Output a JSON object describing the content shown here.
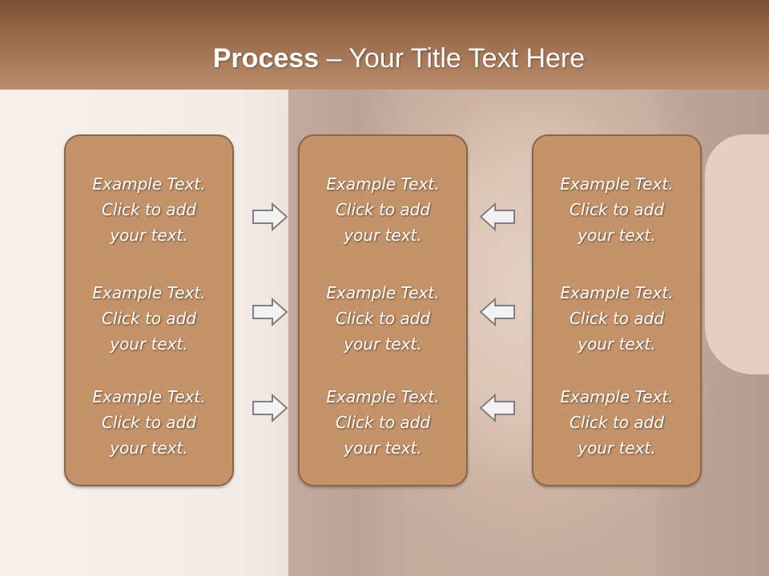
{
  "title": {
    "bold": "Process",
    "rest": " – Your Title Text Here"
  },
  "boxes": [
    {
      "items": [
        {
          "line1": "Example Text.",
          "line2": "Click  to add",
          "line3": "your text."
        },
        {
          "line1": "Example Text.",
          "line2": "Click  to add",
          "line3": "your text."
        },
        {
          "line1": "Example Text.",
          "line2": "Click  to add",
          "line3": "your text."
        }
      ]
    },
    {
      "items": [
        {
          "line1": "Example Text.",
          "line2": "Click  to add",
          "line3": "your text."
        },
        {
          "line1": "Example Text.",
          "line2": "Click  to add",
          "line3": "your text."
        },
        {
          "line1": "Example Text.",
          "line2": "Click  to add",
          "line3": "your text."
        }
      ]
    },
    {
      "items": [
        {
          "line1": "Example Text.",
          "line2": "Click  to add",
          "line3": "your text."
        },
        {
          "line1": "Example Text.",
          "line2": "Click  to add",
          "line3": "your text."
        },
        {
          "line1": "Example Text.",
          "line2": "Click  to add",
          "line3": "your text."
        }
      ]
    }
  ],
  "icons": {
    "right_arrow": "arrow-right-icon",
    "left_arrow": "arrow-left-icon"
  },
  "colors": {
    "title_bar": "#9d6d4d",
    "box_fill": "#c4936a",
    "box_border": "#8a6648",
    "text": "#ffffff",
    "arrow_fill": "#f2f2f2",
    "arrow_stroke": "#7f7f7f"
  }
}
